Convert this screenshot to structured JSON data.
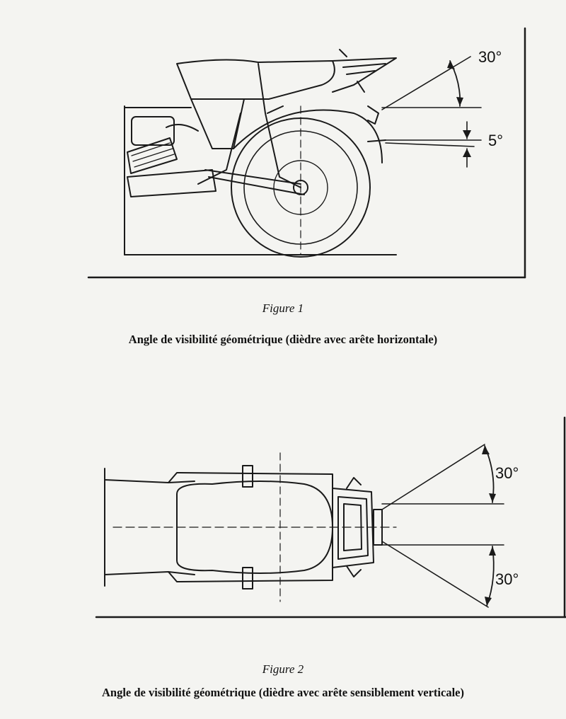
{
  "figure1": {
    "title": "Figure 1",
    "caption": "Angle de visibilité géométrique (dièdre avec arête horizontale)",
    "angle_upper": "30°",
    "angle_lower": "5°"
  },
  "figure2": {
    "title": "Figure 2",
    "caption": "Angle de visibilité géométrique (dièdre avec arête sensiblement verticale)",
    "angle_upper": "30°",
    "angle_lower": "30°"
  }
}
